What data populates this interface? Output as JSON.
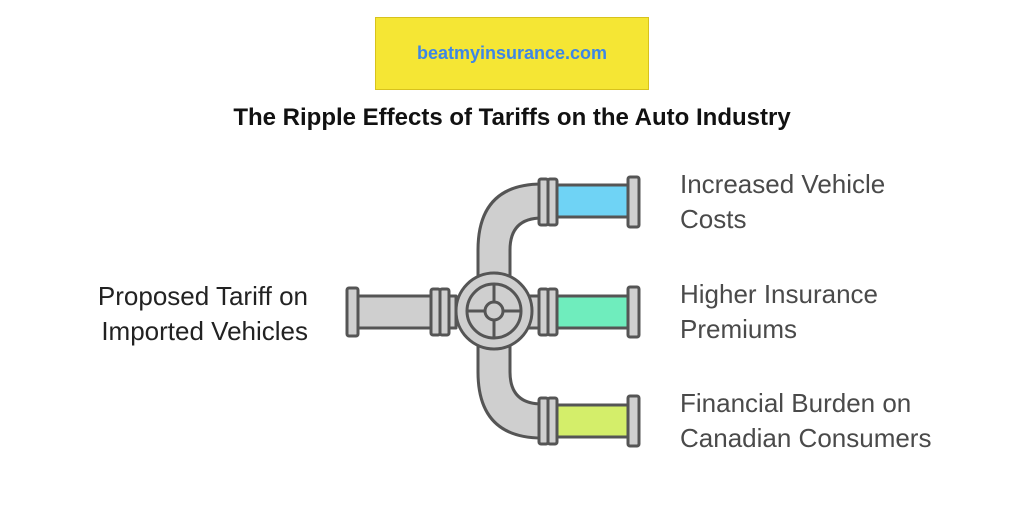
{
  "brand": {
    "text": "beatmyinsurance.com"
  },
  "title": "The Ripple Effects of Tariffs on the Auto Industry",
  "source": {
    "lines": [
      "Proposed Tariff on",
      "Imported Vehicles"
    ]
  },
  "outputs": [
    {
      "lines": [
        "Increased Vehicle",
        "Costs"
      ],
      "color": "#6fd3f5"
    },
    {
      "lines": [
        "Higher Insurance",
        "Premiums"
      ],
      "color": "#6fedbd"
    },
    {
      "lines": [
        "Financial Burden on",
        "Canadian Consumers"
      ],
      "color": "#d4ee6a"
    }
  ],
  "colors": {
    "pipe": "#cfcfcf",
    "outline": "#555555",
    "brand_bg": "#f5e634",
    "brand_text": "#3d86e6"
  }
}
